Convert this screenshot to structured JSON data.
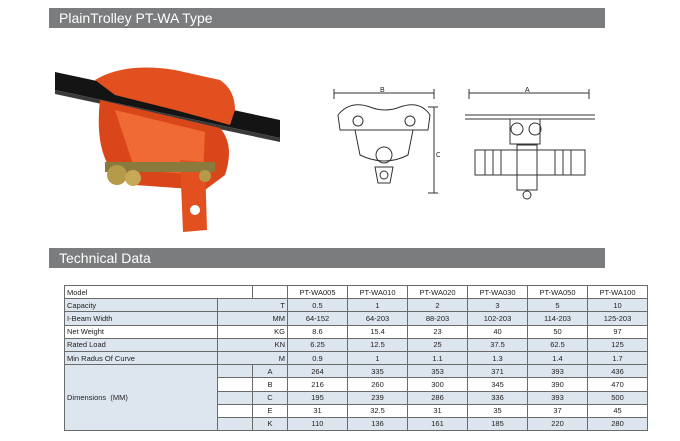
{
  "header": {
    "title": "PlainTrolley PT-WA Type"
  },
  "section": {
    "title": "Technical Data"
  },
  "drawing_labels": {
    "b": "B",
    "c": "C",
    "a": "A"
  },
  "table": {
    "model_label": "Model",
    "models": [
      "PT-WA005",
      "PT-WA010",
      "PT-WA020",
      "PT-WA030",
      "PT-WA050",
      "PT-WA100"
    ],
    "rows": [
      {
        "label": "Capacity",
        "unit": "T",
        "values": [
          "0.5",
          "1",
          "2",
          "3",
          "5",
          "10"
        ]
      },
      {
        "label": "I-Beam Width",
        "unit": "MM",
        "values": [
          "64-152",
          "64-203",
          "88-203",
          "102-203",
          "114-203",
          "125-203"
        ]
      },
      {
        "label": "Net Weight",
        "unit": "KG",
        "values": [
          "8.6",
          "15.4",
          "23",
          "40",
          "50",
          "97"
        ]
      },
      {
        "label": "Rated Load",
        "unit": "KN",
        "values": [
          "6.25",
          "12.5",
          "25",
          "37.5",
          "62.5",
          "125"
        ]
      },
      {
        "label": "Min Radus Of Curve",
        "unit": "M",
        "values": [
          "0.9",
          "1",
          "1.1",
          "1.3",
          "1.4",
          "1.7"
        ]
      }
    ],
    "dimensions_label": "Dimensions  (MM)",
    "dimensions": [
      {
        "key": "A",
        "values": [
          "264",
          "335",
          "353",
          "371",
          "393",
          "436"
        ]
      },
      {
        "key": "B",
        "values": [
          "216",
          "260",
          "300",
          "345",
          "390",
          "470"
        ]
      },
      {
        "key": "C",
        "values": [
          "195",
          "239",
          "286",
          "336",
          "393",
          "500"
        ]
      },
      {
        "key": "E",
        "values": [
          "31",
          "32.5",
          "31",
          "35",
          "37",
          "45"
        ]
      },
      {
        "key": "K",
        "values": [
          "110",
          "136",
          "161",
          "185",
          "220",
          "280"
        ]
      }
    ]
  },
  "colors": {
    "banner": "#7a7c7e",
    "trolley": "#e2501f",
    "row_tint": "#dde6ef"
  }
}
